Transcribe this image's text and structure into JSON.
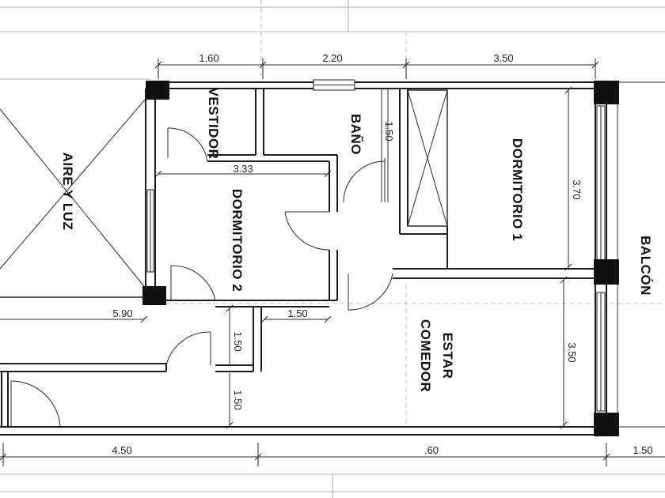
{
  "plan": {
    "rooms": {
      "aire_y_luz": "AIRE Y LUZ",
      "vestidor": "VESTIDOR",
      "bano": "BAÑO",
      "dormitorio_1": "DORMITORIO 1",
      "dormitorio_2": "DORMITORIO 2",
      "estar": "ESTAR",
      "comedor": "COMEDOR",
      "balcon": "BALCÓN"
    },
    "dimensions": {
      "top_1": "1.60",
      "top_2": "2.20",
      "top_3": "3.50",
      "dorm2_width": "3.33",
      "bano_height": "1.50",
      "dorm1_height": "3.70",
      "estar_height": "3.50",
      "left_width": "5.90",
      "hall_width": "1.50",
      "hall_1": "1.50",
      "hall_2": "1.50",
      "bottom_1": "4.50",
      "bottom_2": ".60",
      "bottom_3": "1.50"
    }
  }
}
